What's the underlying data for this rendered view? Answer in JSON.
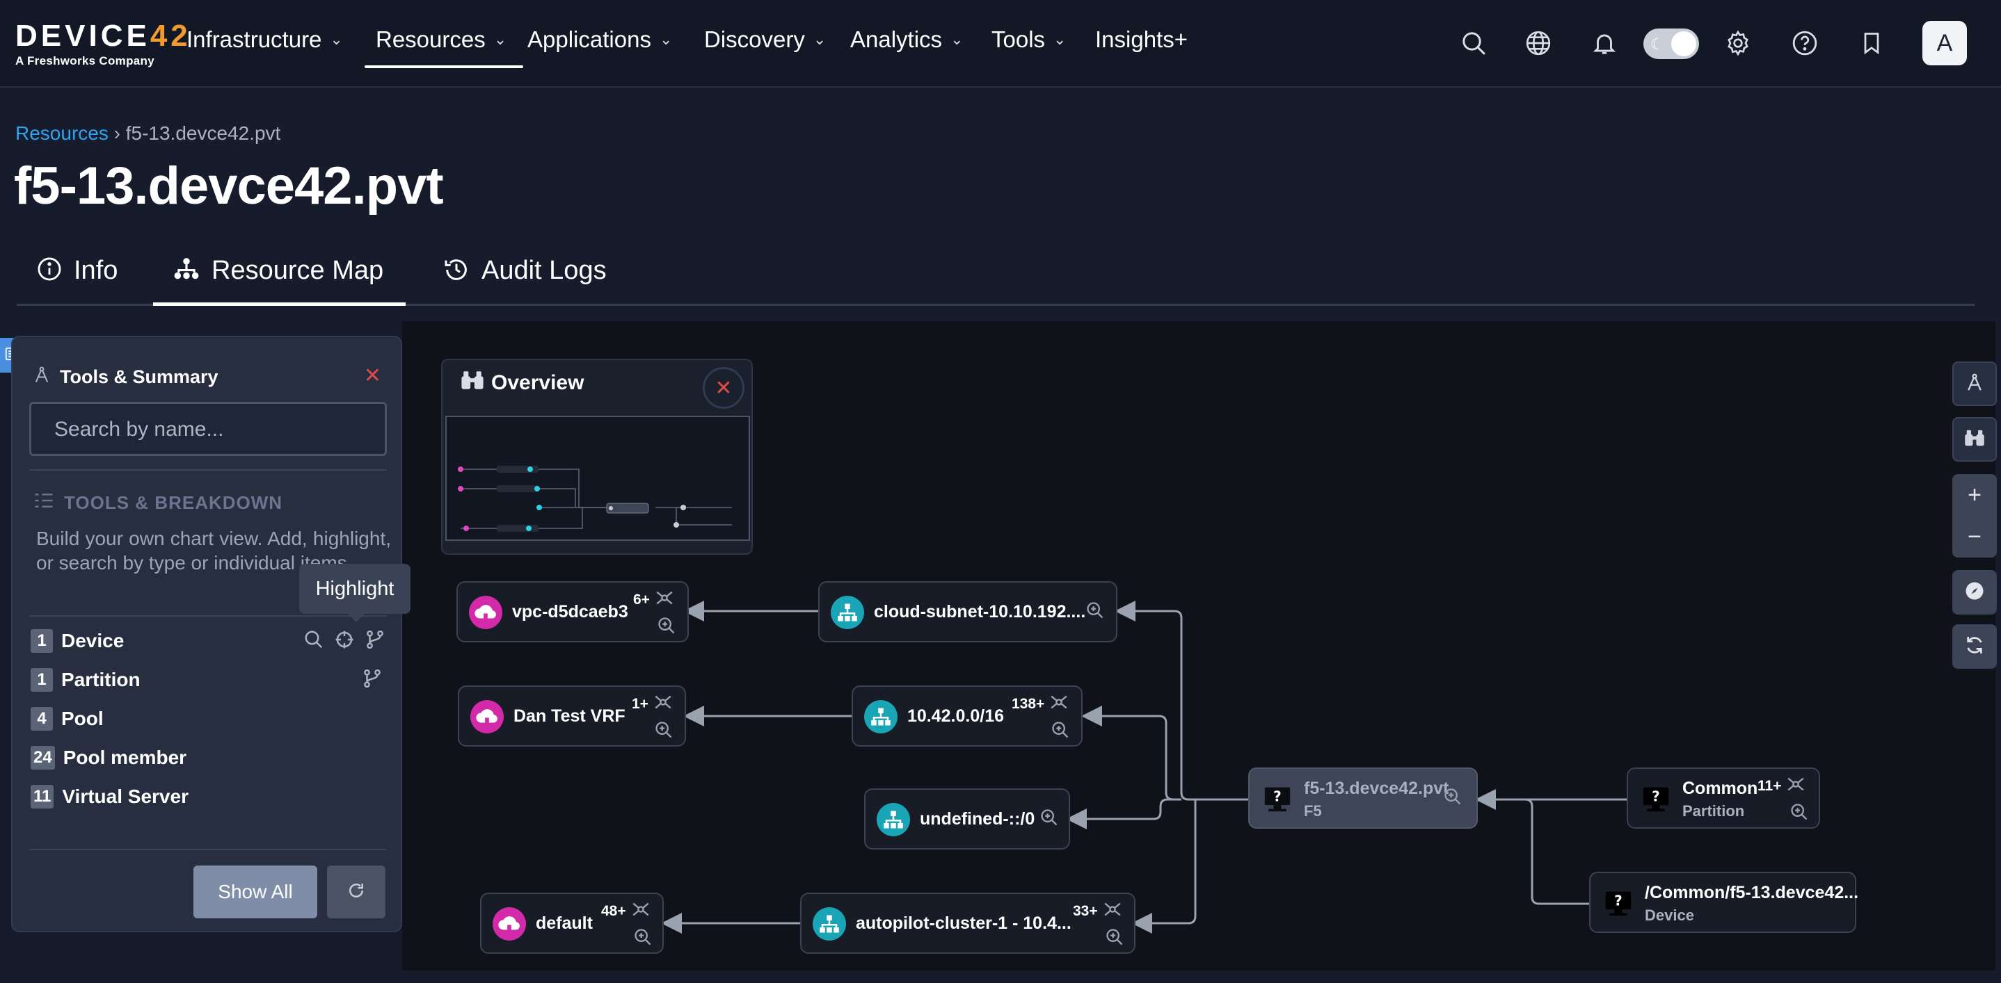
{
  "nav": {
    "logo_text_a": "DEVICE",
    "logo_text_b": "42",
    "logo_sub": "A Freshworks Company",
    "items": [
      {
        "label": "Infrastructure"
      },
      {
        "label": "Resources"
      },
      {
        "label": "Applications"
      },
      {
        "label": "Discovery"
      },
      {
        "label": "Analytics"
      },
      {
        "label": "Tools"
      },
      {
        "label": "Insights+"
      }
    ],
    "avatar_letter": "A"
  },
  "breadcrumb": {
    "parent": "Resources",
    "separator": "›",
    "current": "f5-13.devce42.pvt"
  },
  "page_title": "f5-13.devce42.pvt",
  "tabs": [
    {
      "label": "Info",
      "icon": "info-icon"
    },
    {
      "label": "Resource Map",
      "icon": "hierarchy-icon"
    },
    {
      "label": "Audit Logs",
      "icon": "history-icon"
    }
  ],
  "sidebar": {
    "title": "Tools & Summary",
    "search_placeholder": "Search by name...",
    "section_title": "TOOLS & BREAKDOWN",
    "description": "Build your own chart view. Add, highlight, or search by type or individual items",
    "tooltip": "Highlight",
    "types": [
      {
        "count": "1",
        "label": "Device"
      },
      {
        "count": "1",
        "label": "Partition"
      },
      {
        "count": "4",
        "label": "Pool"
      },
      {
        "count": "24",
        "label": "Pool member"
      },
      {
        "count": "11",
        "label": "Virtual Server"
      }
    ],
    "show_all": "Show All"
  },
  "overview": {
    "title": "Overview"
  },
  "nodes": {
    "vpc": {
      "label": "vpc-d5dcaeb3",
      "count": "6+"
    },
    "cloud_subnet": {
      "label": "cloud-subnet-10.10.192...."
    },
    "dan_vrf": {
      "label": "Dan Test VRF",
      "count": "1+"
    },
    "subnet_1042": {
      "label": "10.42.0.0/16",
      "count": "138+"
    },
    "undefined": {
      "label": "undefined-::/0"
    },
    "device_center": {
      "label": "f5-13.devce42.pvt",
      "sub": "F5"
    },
    "common": {
      "label": "Common",
      "sub": "Partition",
      "count": "11+"
    },
    "common_device": {
      "label": "/Common/f5-13.devce42...",
      "sub": "Device"
    },
    "default": {
      "label": "default",
      "count": "48+"
    },
    "autopilot": {
      "label": "autopilot-cluster-1 - 10.4...",
      "count": "33+"
    }
  },
  "colors": {
    "accent_link": "#2fa3f2",
    "vrf_pink": "#d22aa8",
    "subnet_cyan": "#1aa5b6",
    "close_red": "#e04a4a"
  }
}
